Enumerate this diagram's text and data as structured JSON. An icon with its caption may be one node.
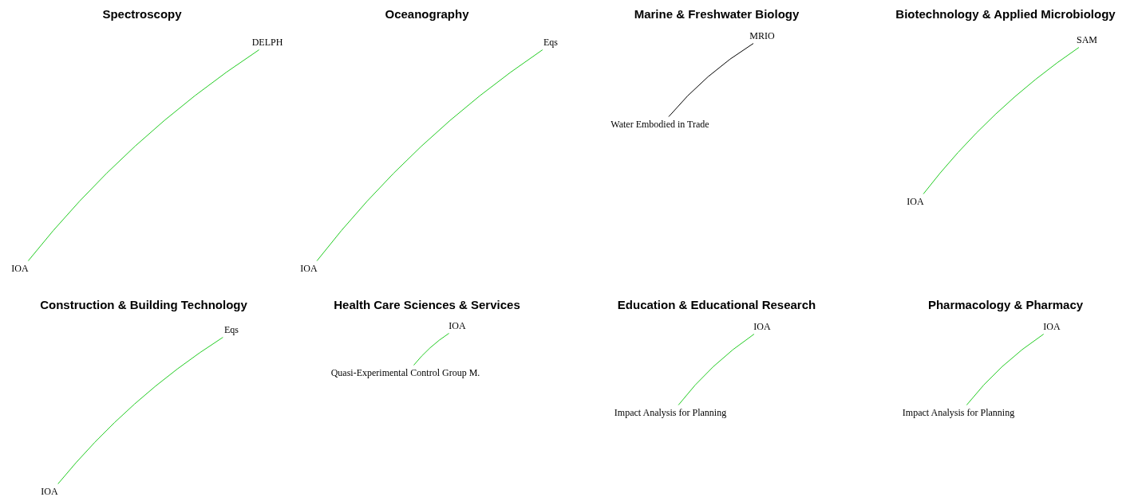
{
  "diagram": {
    "nodes": [
      {
        "text": [
          "DELPH"
        ]
      },
      {
        "text": [
          "IOA"
        ]
      },
      {
        "text": [
          "Eqs"
        ]
      },
      {
        "text": [
          "IOA"
        ]
      },
      {
        "text": [
          "MRIO"
        ]
      },
      {
        "text": [
          "Water Embodied in Trade"
        ]
      },
      {
        "text": [
          "SAM"
        ]
      },
      {
        "text": [
          "IOA"
        ]
      },
      {
        "text": [
          "Eqs"
        ]
      },
      {
        "text": [
          "IOA"
        ]
      },
      {
        "text": [
          "IOA"
        ]
      },
      {
        "text": [
          "Quasi-Experimental Control Group M."
        ]
      },
      {
        "text": [
          "IOA"
        ]
      },
      {
        "text": [
          "Impact Analysis for Planning"
        ]
      },
      {
        "text": [
          "IOA"
        ]
      },
      {
        "text": [
          "Impact Analysis for Planning"
        ]
      }
    ],
    "edges": [
      {
        "from": 0,
        "to": 1,
        "arrow": "none"
      },
      {
        "from": 2,
        "to": 3,
        "arrow": "none"
      },
      {
        "from": 4,
        "to": 5,
        "arrow": "none",
        "color": "#000000"
      },
      {
        "from": 6,
        "to": 7,
        "arrow": "none"
      },
      {
        "from": 8,
        "to": 9,
        "arrow": "none"
      },
      {
        "from": 10,
        "to": 11,
        "arrow": "none"
      },
      {
        "from": 12,
        "to": 13,
        "arrow": "none"
      },
      {
        "from": 14,
        "to": 15,
        "arrow": "none"
      }
    ],
    "labels": [
      "Spectroscopy",
      "Oceanography",
      "Marine & Freshwater Biology",
      "Biotechnology & Applied Microbiology",
      "Construction & Building Technology",
      "Health Care Sciences & Services",
      "Education & Educational Research",
      "Pharmacology & Pharmacy"
    ]
  }
}
